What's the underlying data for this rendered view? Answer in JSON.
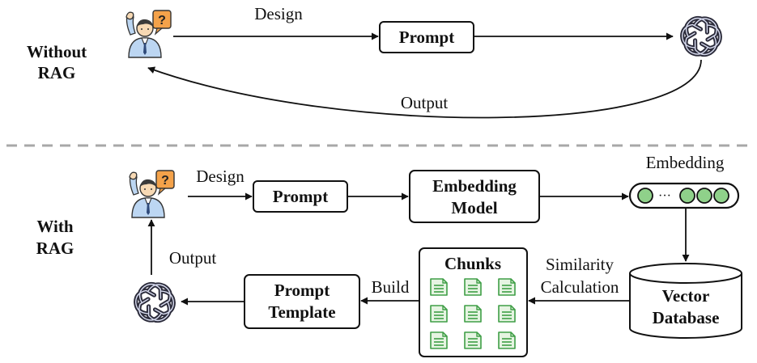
{
  "without_rag": {
    "side_label_line1": "Without",
    "side_label_line2": "RAG",
    "design_label": "Design",
    "prompt_label": "Prompt",
    "output_label": "Output"
  },
  "with_rag": {
    "side_label_line1": "With",
    "side_label_line2": "RAG",
    "design_label": "Design",
    "prompt_label": "Prompt",
    "embedding_model_line1": "Embedding",
    "embedding_model_line2": "Model",
    "embedding_label": "Embedding",
    "vector_ellipsis": "···",
    "vector_db_line1": "Vector",
    "vector_db_line2": "Database",
    "similarity_line1": "Similarity",
    "similarity_line2": "Calculation",
    "chunks_label": "Chunks",
    "build_label": "Build",
    "prompt_template_line1": "Prompt",
    "prompt_template_line2": "Template",
    "output_label": "Output"
  },
  "icons": {
    "user": "user-question-icon",
    "llm": "openai-logo-icon",
    "document": "document-icon"
  },
  "colors": {
    "line": "#111111",
    "divider": "#a8a8a8",
    "user_blue": "#bcd6f2",
    "user_orange": "#f4a24a",
    "vector_green": "#8fd18a",
    "doc_green": "#3f9e46",
    "doc_fill": "#e6f4e2"
  }
}
